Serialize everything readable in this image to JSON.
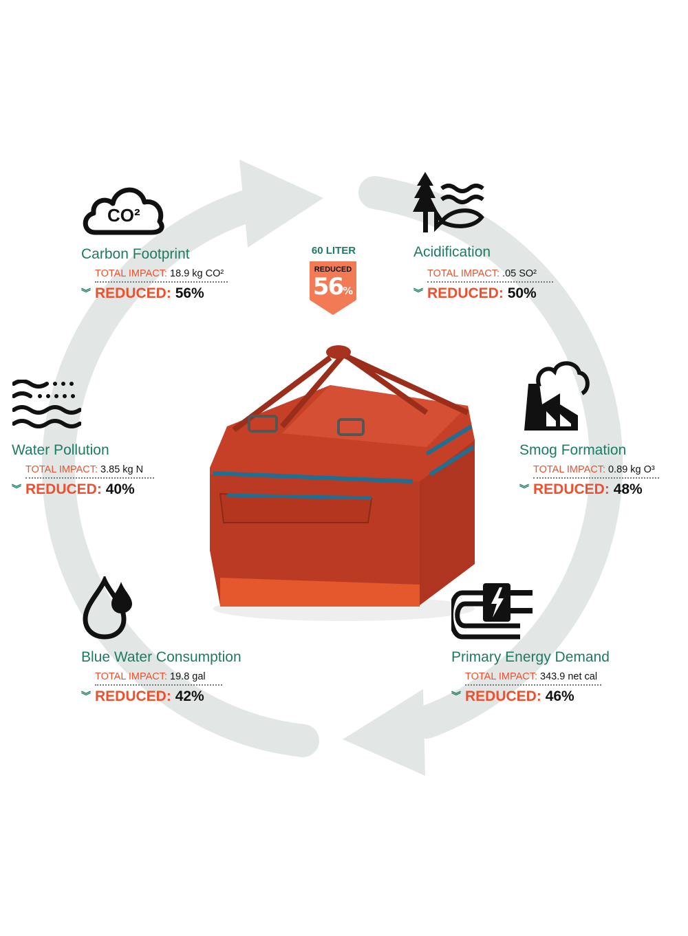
{
  "badge": {
    "size": "60 LITER",
    "label": "REDUCED",
    "value": "56",
    "unit": "%"
  },
  "impacts": [
    {
      "title": "Carbon Footprint",
      "impact_label": "TOTAL IMPACT:",
      "impact_value": "18.9 kg CO²",
      "reduced_label": "REDUCED:",
      "reduced_value": "56%",
      "icon": "co2-cloud-icon"
    },
    {
      "title": "Acidification",
      "impact_label": "TOTAL IMPACT:",
      "impact_value": ".05 SO²",
      "reduced_label": "REDUCED:",
      "reduced_value": "50%",
      "icon": "tree-fish-icon"
    },
    {
      "title": "Water Pollution",
      "impact_label": "TOTAL IMPACT:",
      "impact_value": "3.85 kg N",
      "reduced_label": "REDUCED:",
      "reduced_value": "40%",
      "icon": "polluted-water-icon"
    },
    {
      "title": "Smog Formation",
      "impact_label": "TOTAL IMPACT:",
      "impact_value": "0.89 kg O³",
      "reduced_label": "REDUCED:",
      "reduced_value": "48%",
      "icon": "factory-smog-icon"
    },
    {
      "title": "Blue Water Consumption",
      "impact_label": "TOTAL IMPACT:",
      "impact_value": "19.8 gal",
      "reduced_label": "REDUCED:",
      "reduced_value": "42%",
      "icon": "water-drops-icon"
    },
    {
      "title": "Primary Energy Demand",
      "impact_label": "TOTAL IMPACT:",
      "impact_value": "343.9 net cal",
      "reduced_label": "REDUCED:",
      "reduced_value": "46%",
      "icon": "power-plug-icon"
    }
  ],
  "icon_text": {
    "co2": "CO²"
  },
  "colors": {
    "green": "#1d7a63",
    "orange": "#ef4f2c",
    "badge": "#f27b55",
    "ring": "#e2e7e6",
    "bag": "#c9432a"
  }
}
